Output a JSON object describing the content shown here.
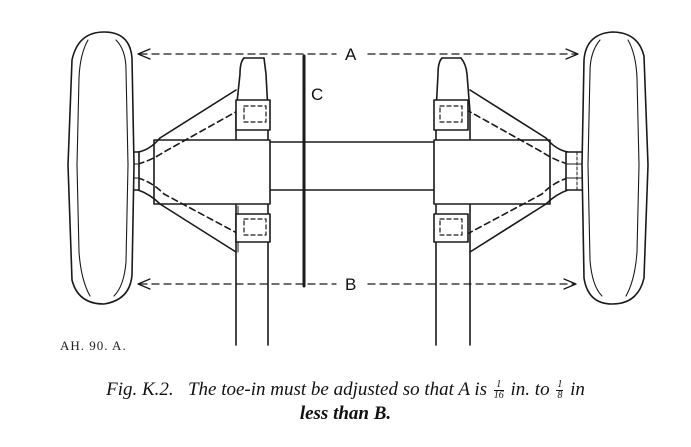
{
  "labels": {
    "A": "A",
    "B": "B",
    "C": "C"
  },
  "drawing_code": "AH. 90. A.",
  "caption": {
    "fig": "Fig. K.2.",
    "text_1": "The toe-in must be adjusted so that A is",
    "frac1_num": "1",
    "frac1_den": "16",
    "text_2": "in. to",
    "frac2_num": "1",
    "frac2_den": "8",
    "text_3": "in",
    "line2": "less than B."
  }
}
